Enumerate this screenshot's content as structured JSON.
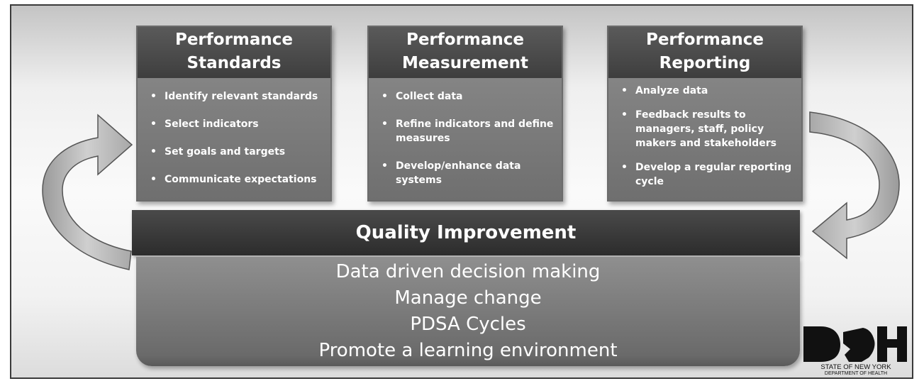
{
  "boxes": [
    {
      "title_line1": "Performance",
      "title_line2": "Standards",
      "items": [
        "Identify relevant standards",
        "Select indicators",
        "Set goals and targets",
        "Communicate expectations"
      ]
    },
    {
      "title_line1": "Performance",
      "title_line2": "Measurement",
      "items": [
        "Collect data",
        "Refine indicators and define measures",
        "Develop/enhance data systems"
      ]
    },
    {
      "title_line1": "Performance",
      "title_line2": "Reporting",
      "items": [
        "Analyze data",
        "Feedback results to managers, staff, policy makers and stakeholders",
        "Develop a regular reporting cycle"
      ]
    }
  ],
  "bar": {
    "title": "Quality Improvement"
  },
  "base": {
    "lines": [
      "Data driven decision making",
      "Manage change",
      "PDSA Cycles",
      "Promote a learning environment"
    ]
  },
  "logo": {
    "letters": "DOH",
    "line1": "STATE OF NEW YORK",
    "line2": "DEPARTMENT OF HEALTH"
  },
  "colors": {
    "box_body": "#7d7d7d",
    "box_head": "#4a4a4a",
    "bar": "#3a3a3a",
    "arrow_fill": "#b0b0b0"
  }
}
